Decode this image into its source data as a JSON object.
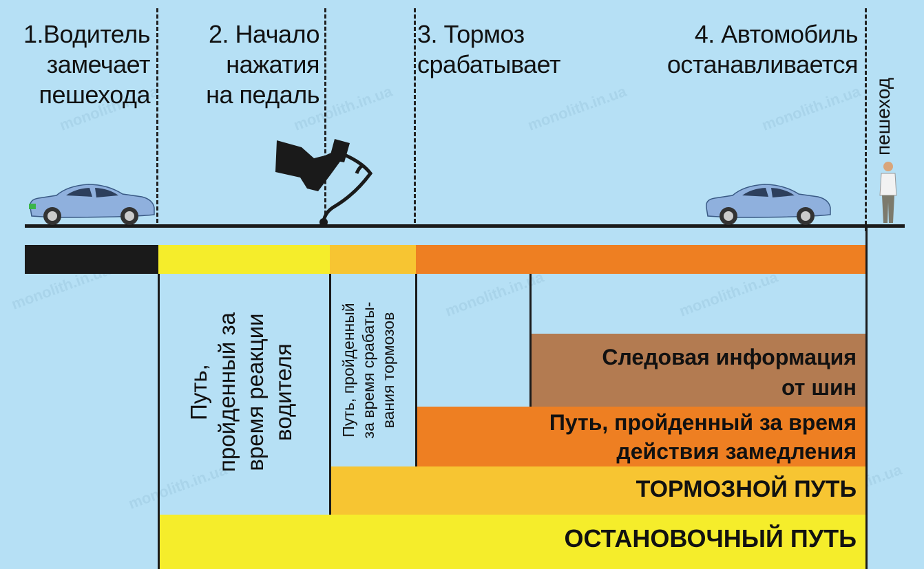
{
  "stages": [
    {
      "id": "stage-1",
      "label": "1.Водитель\nзамечает\nпешехода"
    },
    {
      "id": "stage-2",
      "label": "2. Начало\nнажатия\nна педаль"
    },
    {
      "id": "stage-3",
      "label": "3. Тормоз\nсрабатывает"
    },
    {
      "id": "stage-4",
      "label": "4. Автомобиль\nостанавливается"
    }
  ],
  "pedestrian_label": "пешеход",
  "segments": {
    "reaction": "Путь,\nпройденный за\nвремя реакции\nводителя",
    "brake_activation": "Путь, пройденный\nза время срабаты-\nвания тормозов",
    "tire_marks": "Следовая информация\nот шин",
    "deceleration": "Путь, пройденный за время\nдействия замедления",
    "braking_distance": "ТОРМОЗНОЙ ПУТЬ",
    "stopping_distance": "ОСТАНОВОЧНЫЙ ПУТЬ"
  },
  "colors": {
    "background": "#b6e0f5",
    "black": "#1a1a1a",
    "yellow": "#f5ed2b",
    "light_orange": "#f7c532",
    "orange": "#ee7f22",
    "brown": "#b37b51",
    "car_body": "#8fb0dd"
  },
  "watermark": "monolith.in.ua"
}
